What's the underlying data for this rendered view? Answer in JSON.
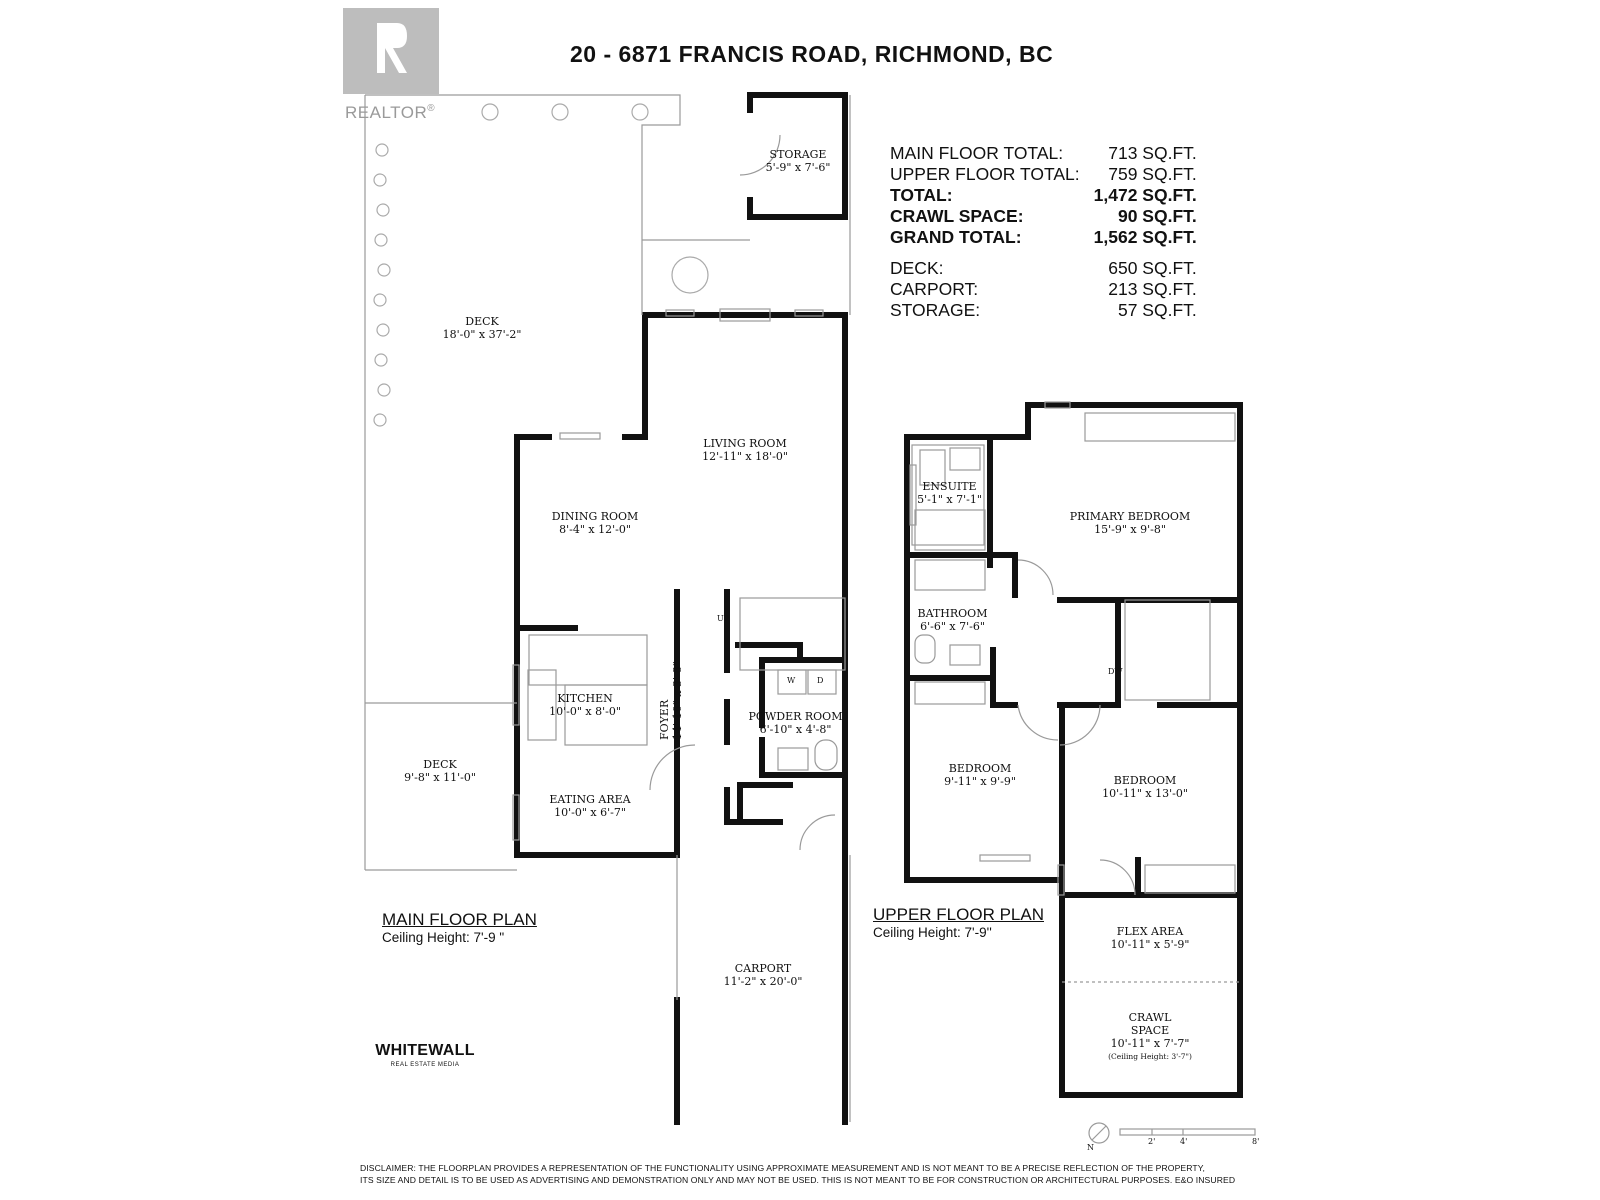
{
  "header": {
    "title": "20 - 6871 FRANCIS ROAD, RICHMOND, BC"
  },
  "branding": {
    "realtor": "REALTOR",
    "realtor_mark": "®",
    "logo": "WHITEWALL",
    "logo_sub": "REAL ESTATE MEDIA"
  },
  "areas": [
    {
      "label": "MAIN FLOOR TOTAL:",
      "value": "713 SQ.FT.",
      "bold": false
    },
    {
      "label": "UPPER FLOOR TOTAL:",
      "value": "759 SQ.FT.",
      "bold": false
    },
    {
      "label": "TOTAL:",
      "value": "1,472 SQ.FT.",
      "bold": true
    },
    {
      "label": "CRAWL SPACE:",
      "value": "90 SQ.FT.",
      "bold": true
    },
    {
      "label": "GRAND TOTAL:",
      "value": "1,562 SQ.FT.",
      "bold": true
    },
    {
      "label": "DECK:",
      "value": "650 SQ.FT.",
      "bold": false
    },
    {
      "label": "CARPORT:",
      "value": "213 SQ.FT.",
      "bold": false
    },
    {
      "label": "STORAGE:",
      "value": "57 SQ.FT.",
      "bold": false
    }
  ],
  "main_floor": {
    "title": "MAIN FLOOR PLAN",
    "ceiling": "Ceiling Height: 7'-9 \"",
    "rooms": {
      "storage": {
        "name": "STORAGE",
        "dim": "5'-9\" x 7'-6\""
      },
      "deck_large": {
        "name": "DECK",
        "dim": "18'-0\" x 37'-2\""
      },
      "living": {
        "name": "LIVING ROOM",
        "dim": "12'-11\" x 18'-0\""
      },
      "dining": {
        "name": "DINING ROOM",
        "dim": "8'-4\" x 12'-0\""
      },
      "kitchen": {
        "name": "KITCHEN",
        "dim": "10'-0\" x 8'-0\""
      },
      "powder": {
        "name": "POWDER ROOM",
        "dim": "6'-10\" x 4'-8\""
      },
      "deck_small": {
        "name": "DECK",
        "dim": "9'-8\" x 11'-0\""
      },
      "eating": {
        "name": "EATING  AREA",
        "dim": "10'-0\" x 6'-7\""
      },
      "carport": {
        "name": "CARPORT",
        "dim": "11'-2\" x 20'-0\""
      },
      "foyer": {
        "name": "FOYER",
        "dim": "14'-10\" x 3'-8\""
      }
    },
    "stairs_label": "UP",
    "washer": "W",
    "dryer": "D"
  },
  "upper_floor": {
    "title": "UPPER FLOOR PLAN",
    "ceiling": "Ceiling Height: 7'-9''",
    "rooms": {
      "ensuite": {
        "name": "ENSUITE",
        "dim": "5'-1\" x 7'-1\""
      },
      "primary": {
        "name": "PRIMARY BEDROOM",
        "dim": "15'-9\" x 9'-8\""
      },
      "bathroom": {
        "name": "BATHROOM",
        "dim": "6'-6\" x 7'-6\""
      },
      "bedroom1": {
        "name": "BEDROOM",
        "dim": "9'-11\" x 9'-9\""
      },
      "bedroom2": {
        "name": "BEDROOM",
        "dim": "10'-11\" x 13'-0\""
      },
      "flex": {
        "name": "FLEX AREA",
        "dim": "10'-11\" x 5'-9\""
      },
      "crawl": {
        "name": "CRAWL\nSPACE",
        "dim": "10'-11\" x 7'-7\"",
        "note": "(Ceiling Height: 3'-7\")"
      }
    },
    "stairs_label": "DW"
  },
  "scale": {
    "north": "N",
    "ticks": [
      "2'",
      "4'",
      "8'"
    ]
  },
  "disclaimer": {
    "line1": "DISCLAIMER: THE FLOORPLAN PROVIDES A REPRESENTATION OF THE FUNCTIONALITY USING APPROXIMATE MEASUREMENT AND IS NOT MEANT TO BE A PRECISE REFLECTION OF THE PROPERTY,",
    "line2": "ITS SIZE AND DETAIL IS TO BE USED AS ADVERTISING AND DEMONSTRATION ONLY AND MAY NOT BE USED. THIS IS NOT MEANT TO BE FOR CONSTRUCTION OR ARCHITECTURAL PURPOSES. E&O INSURED"
  },
  "colors": {
    "wall": "#111111",
    "line": "#9a9a9a",
    "realtor_bg": "#bdbdbd"
  }
}
